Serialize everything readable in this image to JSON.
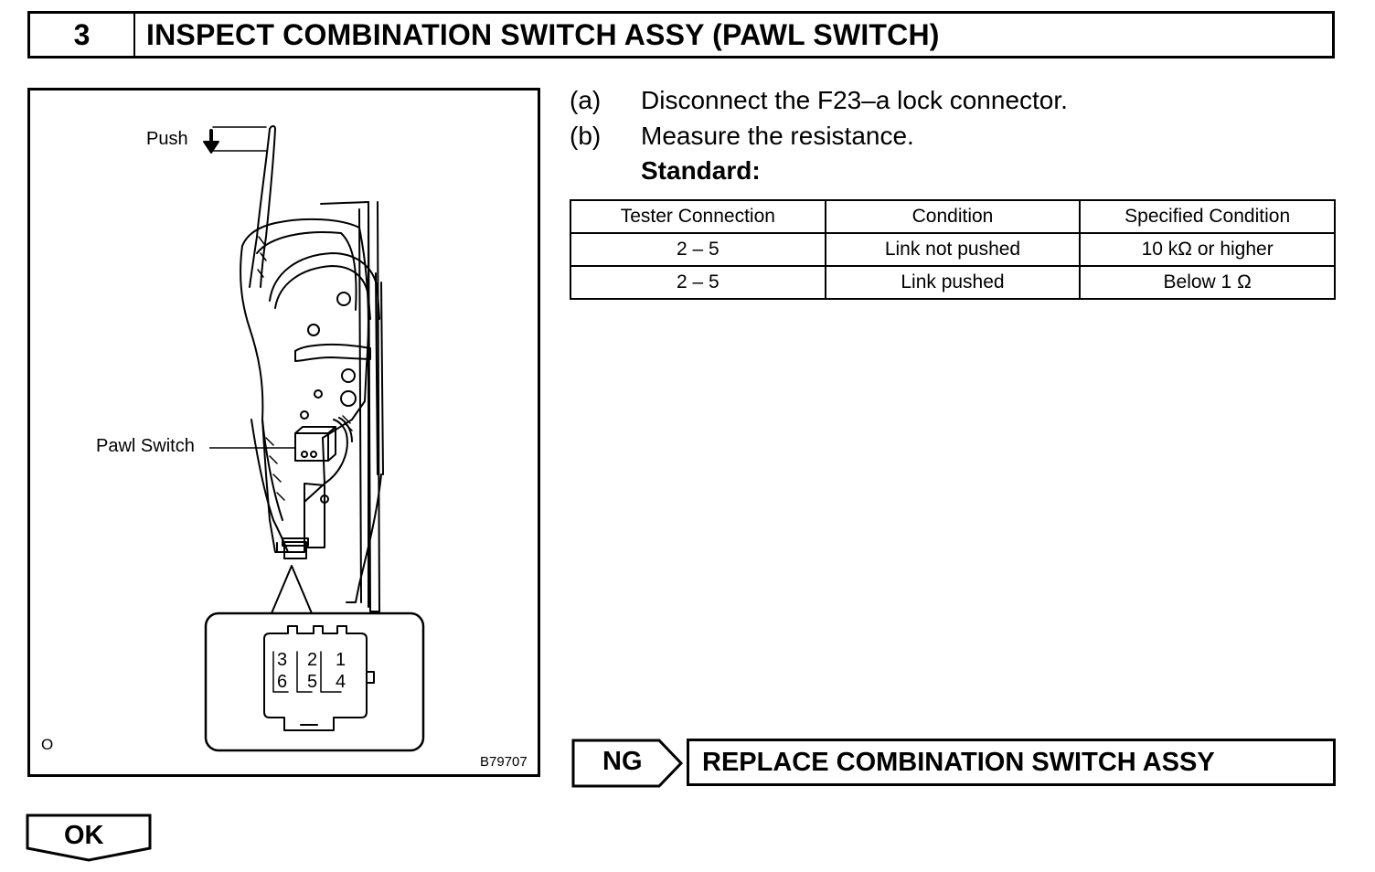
{
  "header": {
    "step_number": "3",
    "title": "INSPECT COMBINATION SWITCH ASSY (PAWL SWITCH)"
  },
  "figure": {
    "push_label": "Push",
    "pawl_switch_label": "Pawl Switch",
    "corner_mark": "O",
    "figure_code": "B79707",
    "connector_pins_top": [
      "3",
      "2",
      "1"
    ],
    "connector_pins_bottom": [
      "6",
      "5",
      "4"
    ]
  },
  "instructions": [
    {
      "letter": "(a)",
      "text": "Disconnect the F23–a lock connector."
    },
    {
      "letter": "(b)",
      "text": "Measure the resistance."
    }
  ],
  "standard_label": "Standard:",
  "spec_table": {
    "headers": [
      "Tester Connection",
      "Condition",
      "Specified Condition"
    ],
    "rows": [
      [
        "2 – 5",
        "Link not pushed",
        "10 kΩ or higher"
      ],
      [
        "2 – 5",
        "Link pushed",
        "Below 1 Ω"
      ]
    ]
  },
  "result": {
    "ng_label": "NG",
    "ng_action": "REPLACE COMBINATION SWITCH ASSY",
    "ok_label": "OK"
  }
}
